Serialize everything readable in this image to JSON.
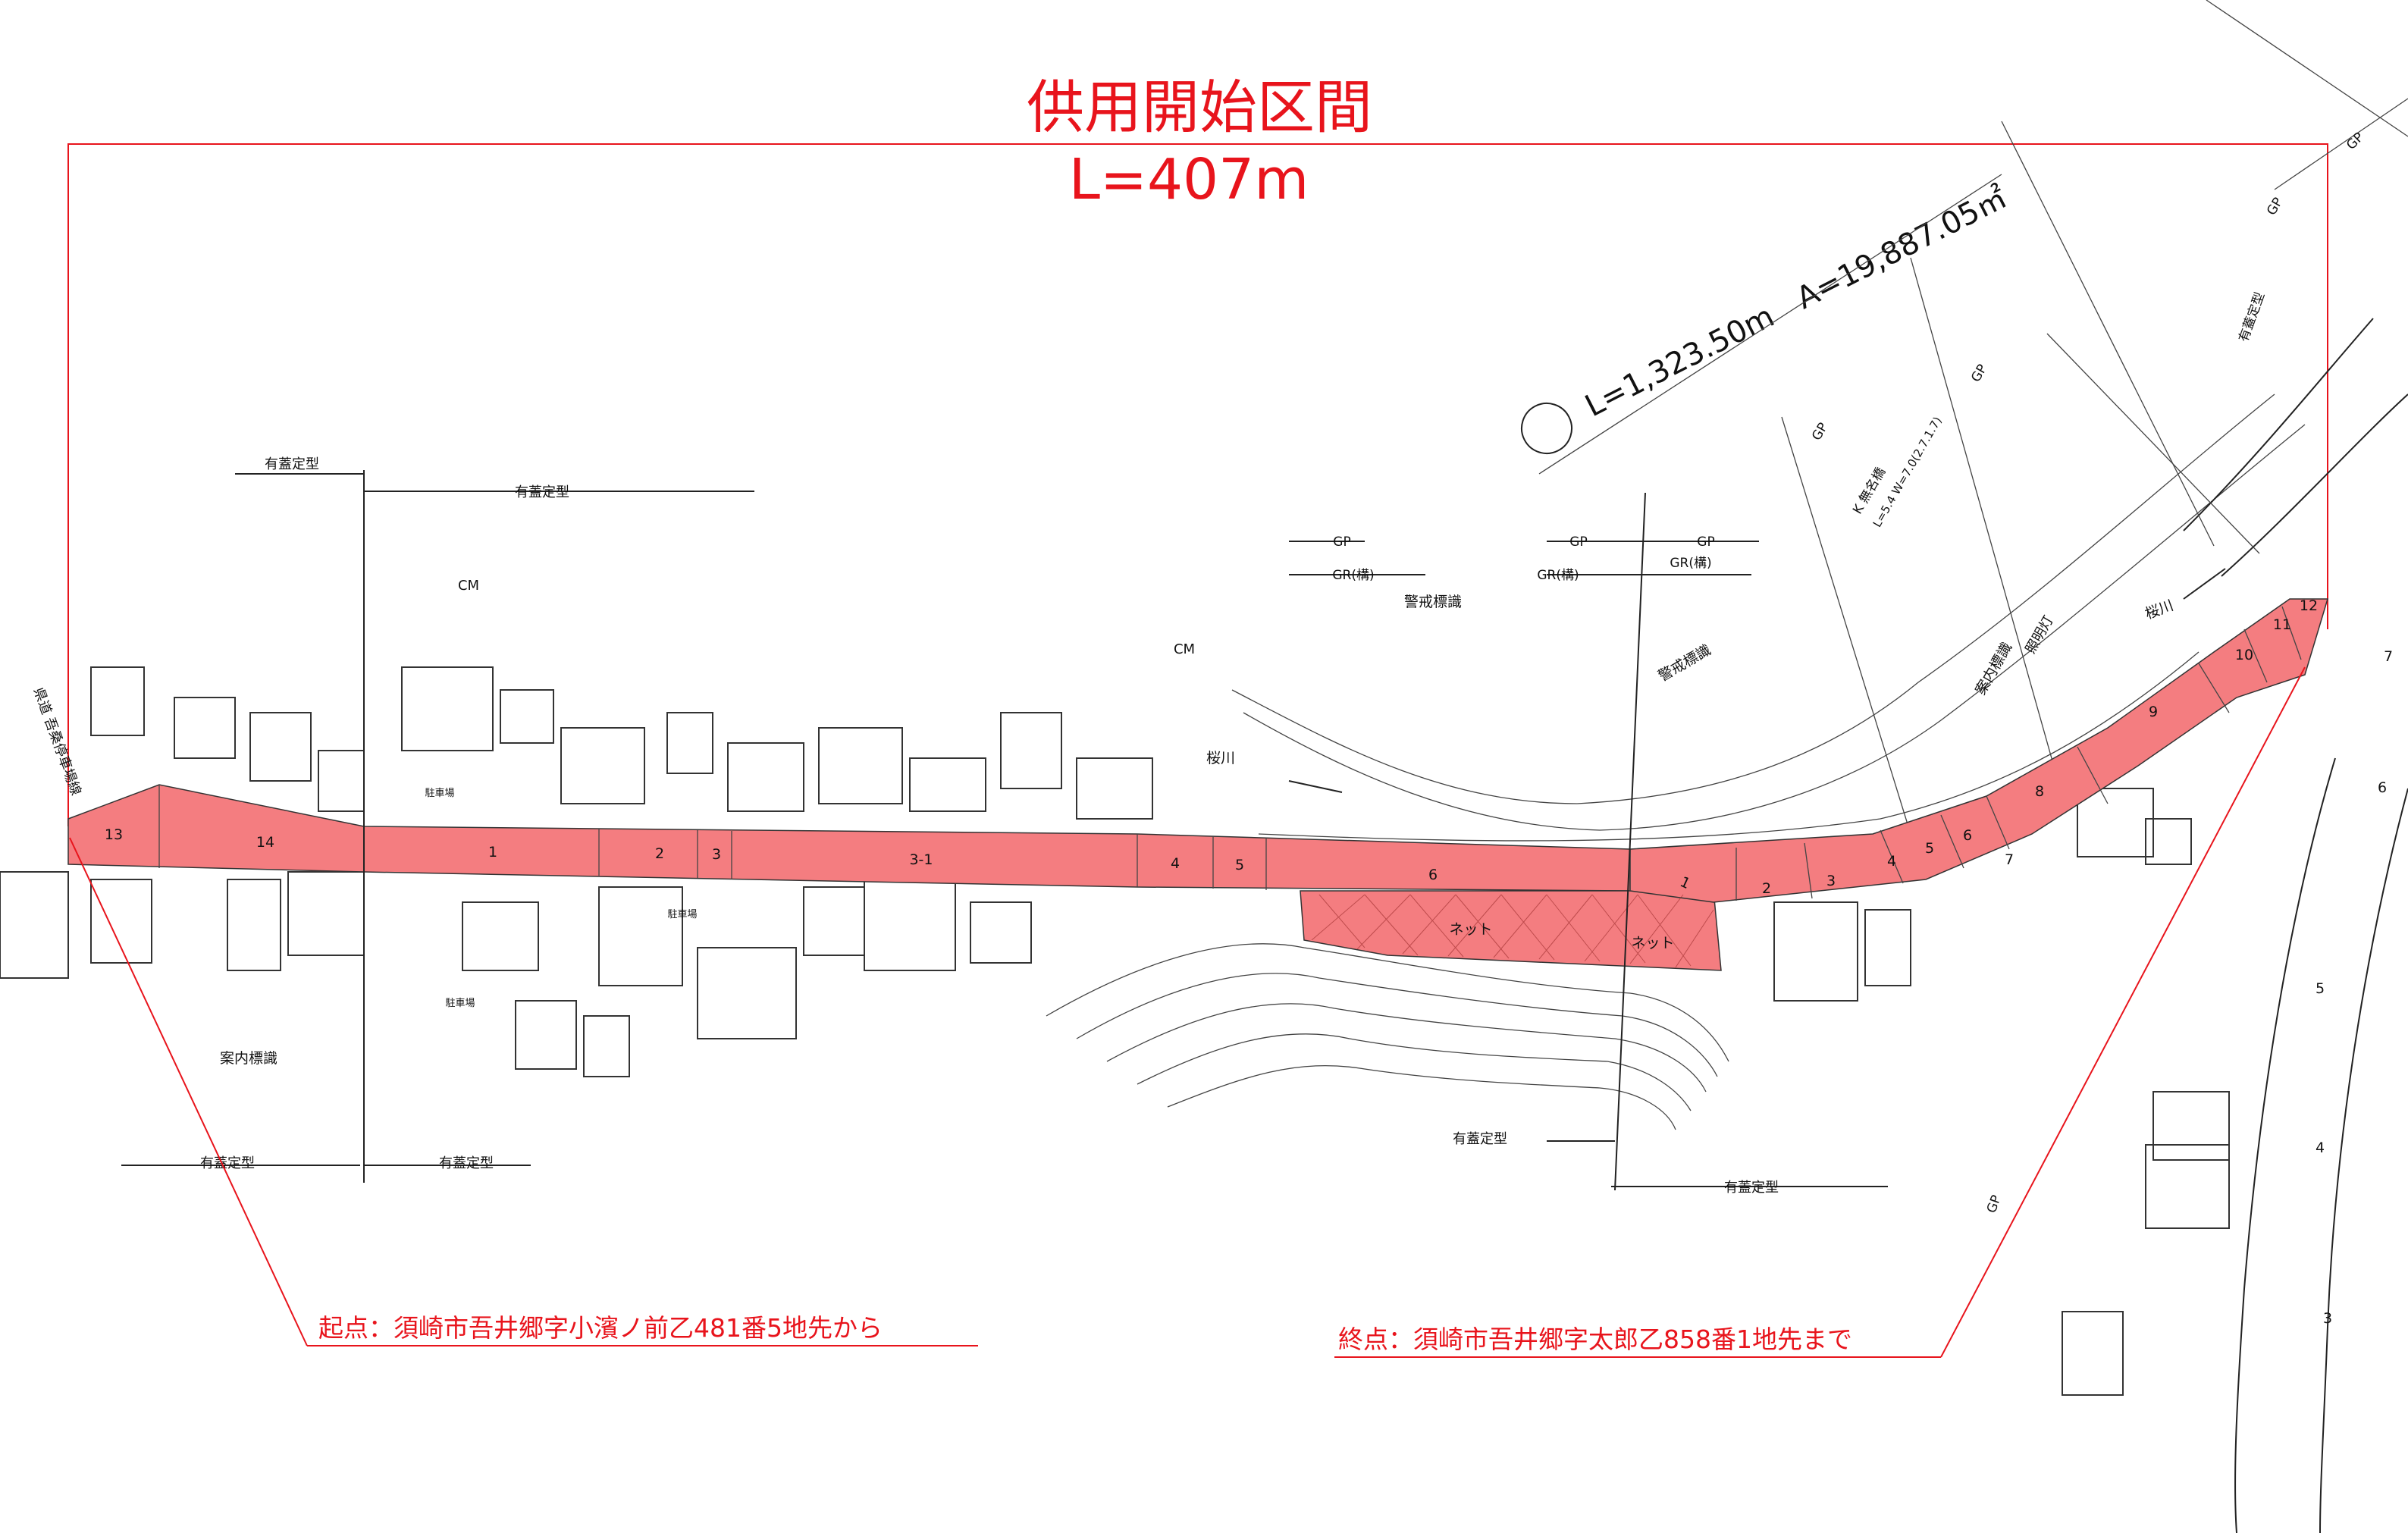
{
  "title": "供用開始区間",
  "length_label": "L=407m",
  "route_note": "L=1,323.50m　A=19,887.05㎡",
  "start_note": "起点：須崎市吾井郷字小濱ノ前乙481番5地先から",
  "end_note": "終点：須崎市吾井郷字太郎乙858番1地先まで",
  "labels": {
    "lid_type": "有蓋定型",
    "cm": "CM",
    "gp": "GP",
    "gr": "GR(構)",
    "warning_sign": "警戒標識",
    "guide_sign": "案内標識",
    "river": "桜川",
    "parking": "駐車場",
    "bridge": "K 無名橋",
    "bridge_spec": "L=5.4 W=7.0(2.7.1.7)",
    "street_light": "照明灯",
    "net": "ネット",
    "pref_road": "県道 吾桑停車場線"
  },
  "segments_west": [
    "13",
    "14",
    "1",
    "2",
    "3",
    "3-1",
    "4",
    "5",
    "6"
  ],
  "segments_east": [
    "1",
    "2",
    "3",
    "4",
    "5",
    "6",
    "7",
    "8",
    "9",
    "10",
    "11",
    "12"
  ],
  "parcels_right": [
    "7",
    "6",
    "5",
    "4",
    "3"
  ],
  "colors": {
    "highlight": "#f47d80",
    "annotation": "#e8141c",
    "linework": "#222222"
  }
}
